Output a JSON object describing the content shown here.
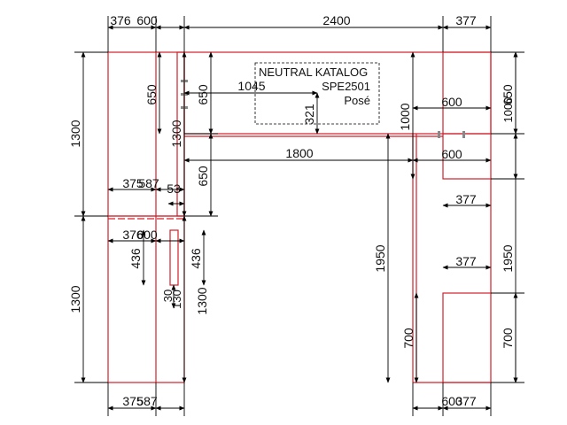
{
  "dimensions": {
    "top_left_a": "376",
    "top_left_b": "600",
    "top_middle": "2400",
    "top_right": "377",
    "left_upper_height": "1300",
    "left_lower_height": "1300",
    "inner_upper_1300": "1300",
    "inner_lower_1300": "1300",
    "panel_650_a": "650",
    "panel_650_b": "650",
    "panel_650_c": "650",
    "panel_650_right": "650",
    "mid_1045": "1045",
    "mid_321": "321",
    "mid_1800": "1800",
    "mid_1000": "1000",
    "right_1000": "1000",
    "right_600_a": "600",
    "right_600_b": "600",
    "mid_1950": "1950",
    "right_1950": "1950",
    "mid_700": "700",
    "right_700": "700",
    "right_377_a": "377",
    "right_377_b": "377",
    "left_375_upper": "375",
    "left_587_upper": "587",
    "left_53": "53",
    "left_376_lower": "376",
    "left_600_lower": "600",
    "left_436_a": "436",
    "left_436_b": "436",
    "left_30": "30",
    "left_130": "130",
    "bottom_375": "375",
    "bottom_587": "587",
    "bottom_600": "600",
    "bottom_377": "377"
  },
  "label": {
    "line1": "NEUTRAL KATALOG",
    "line2": "SPE2501",
    "line3": "Posé"
  },
  "colors": {
    "cabinet_outline": "#d0202a",
    "dimension_line": "#000000",
    "handle": "#888888"
  }
}
